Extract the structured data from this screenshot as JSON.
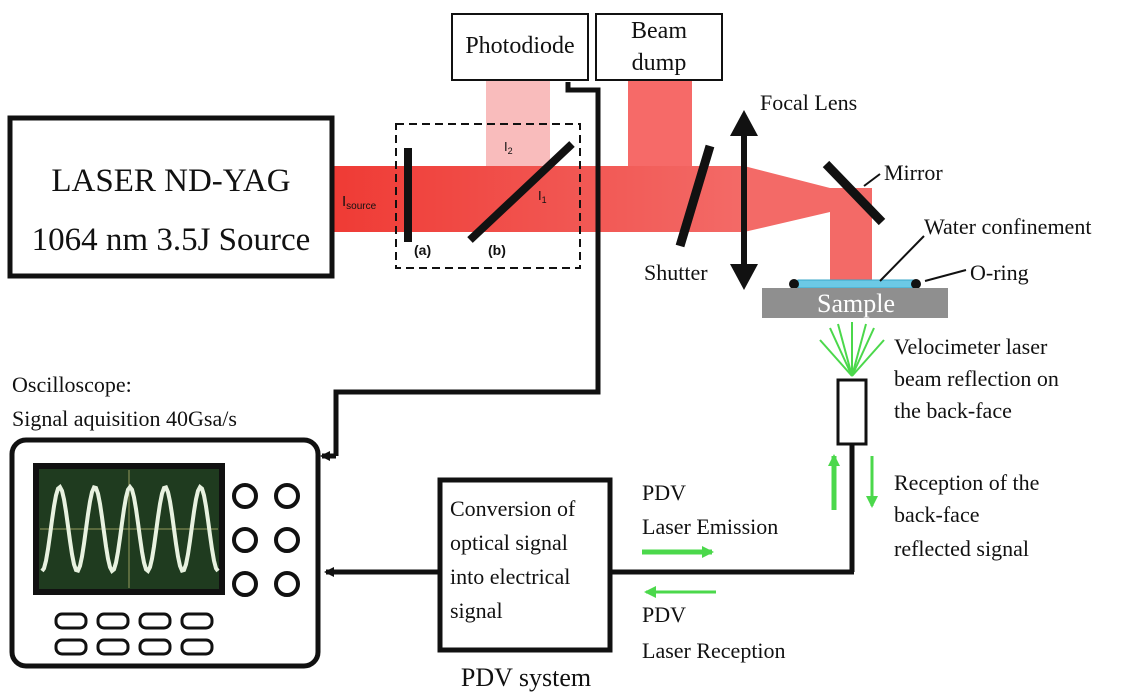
{
  "colors": {
    "beam_primary": "#ef3b35",
    "beam_light": "#f66a68",
    "beam_pale": "#f9bcbc",
    "water": "#6cc9e6",
    "sample": "#8f8f8f",
    "pdv_green": "#4bd84b",
    "scope_screen": "#1f3b1f",
    "wave": "#e8f2e0"
  },
  "laser": {
    "line1": "LASER ND-YAG",
    "line2": "1064 nm 3.5J Source"
  },
  "labels": {
    "photodiode": "Photodiode",
    "beam_dump_1": "Beam",
    "beam_dump_2": "dump",
    "focal_lens": "Focal Lens",
    "mirror": "Mirror",
    "water": "Water confinement",
    "oring": "O-ring",
    "shutter": "Shutter",
    "sample": "Sample",
    "i_source_main": "I",
    "i_source_sub": "source",
    "i2_main": "I",
    "i2_sub": "2",
    "i1_main": "I",
    "i1_sub": "1",
    "a": "(a)",
    "b": "(b)",
    "velocimeter": [
      "Velocimeter laser",
      "beam reflection on",
      "the back-face"
    ],
    "reception": [
      "Reception of the",
      "back-face",
      "reflected signal"
    ],
    "pdv_emission": [
      "PDV",
      "Laser Emission"
    ],
    "pdv_reception": [
      "PDV",
      "Laser Reception"
    ],
    "oscilloscope": [
      "Oscilloscope:",
      "Signal aquisition 40Gsa/s"
    ],
    "conversion": [
      "Conversion of",
      "optical signal",
      "into electrical",
      "signal"
    ],
    "pdv_system": "PDV system"
  }
}
